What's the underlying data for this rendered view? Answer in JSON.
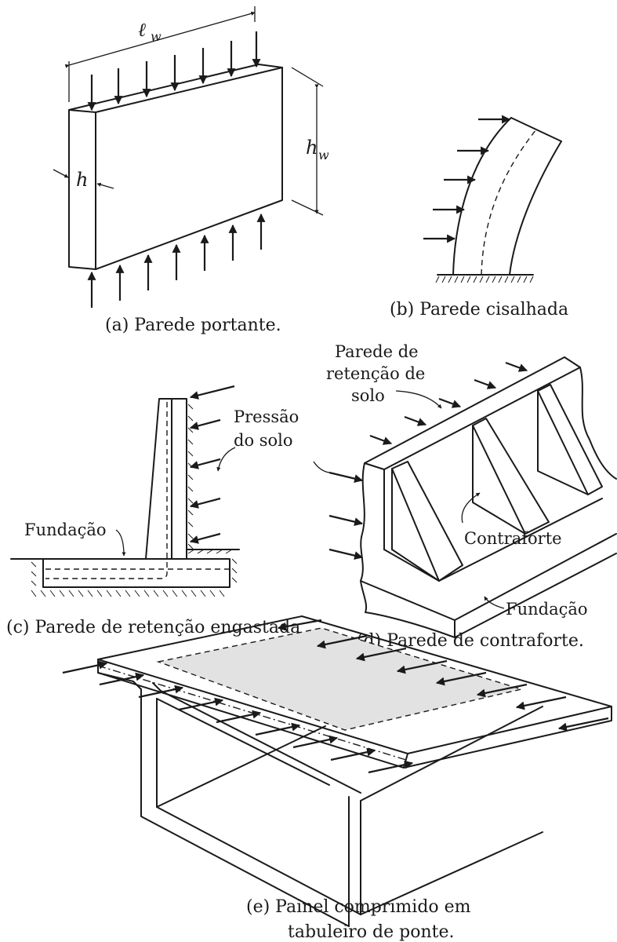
{
  "panel_a": {
    "caption": "(a) Parede portante.",
    "length_symbol": "ℓ",
    "length_subscript": "w",
    "height_symbol": "h",
    "height_subscript": "w",
    "thickness_symbol": "h"
  },
  "panel_b": {
    "caption": "(b) Parede cisalhada"
  },
  "panel_c": {
    "caption": "(c) Parede de retenção engastada",
    "soil_label_line1": "Pressão",
    "soil_label_line2": "do solo",
    "foundation_label": "Fundação"
  },
  "panel_d": {
    "caption": "(d) Parede de contraforte.",
    "wall_label_line1": "Parede de",
    "wall_label_line2": "retenção de",
    "wall_label_line3": "solo",
    "buttress_label": "Contraforte",
    "foundation_label": "Fundação"
  },
  "panel_e": {
    "caption_line1": "(e) Painel comprimido em",
    "caption_line2": "tabuleiro de ponte.",
    "panel_fill": "#e2e2e2"
  },
  "colors": {
    "ink": "#1a1a1a",
    "background": "#ffffff"
  }
}
